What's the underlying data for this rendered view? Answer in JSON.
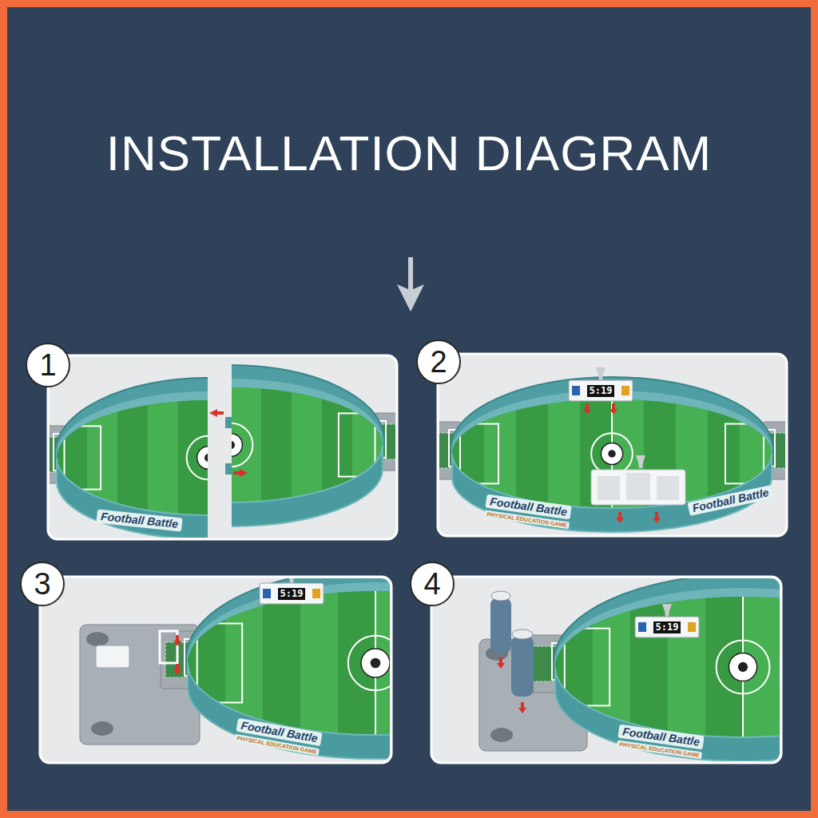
{
  "diagram": {
    "title": "INSTALLATION DIAGRAM",
    "nodes": [
      {
        "text": [
          "1"
        ]
      },
      {
        "text": [
          "2"
        ]
      },
      {
        "text": [
          "3"
        ]
      },
      {
        "text": [
          "4"
        ]
      }
    ],
    "labels": [
      "Football Battle",
      "5:19",
      "Football Battle",
      "PHYSICAL EDUCATION GAME",
      "Football Battle",
      "5:19",
      "Football Battle",
      "PHYSICAL EDUCATION GAME",
      "5:19",
      "Football Battle",
      "PHYSICAL EDUCATION GAME"
    ]
  }
}
